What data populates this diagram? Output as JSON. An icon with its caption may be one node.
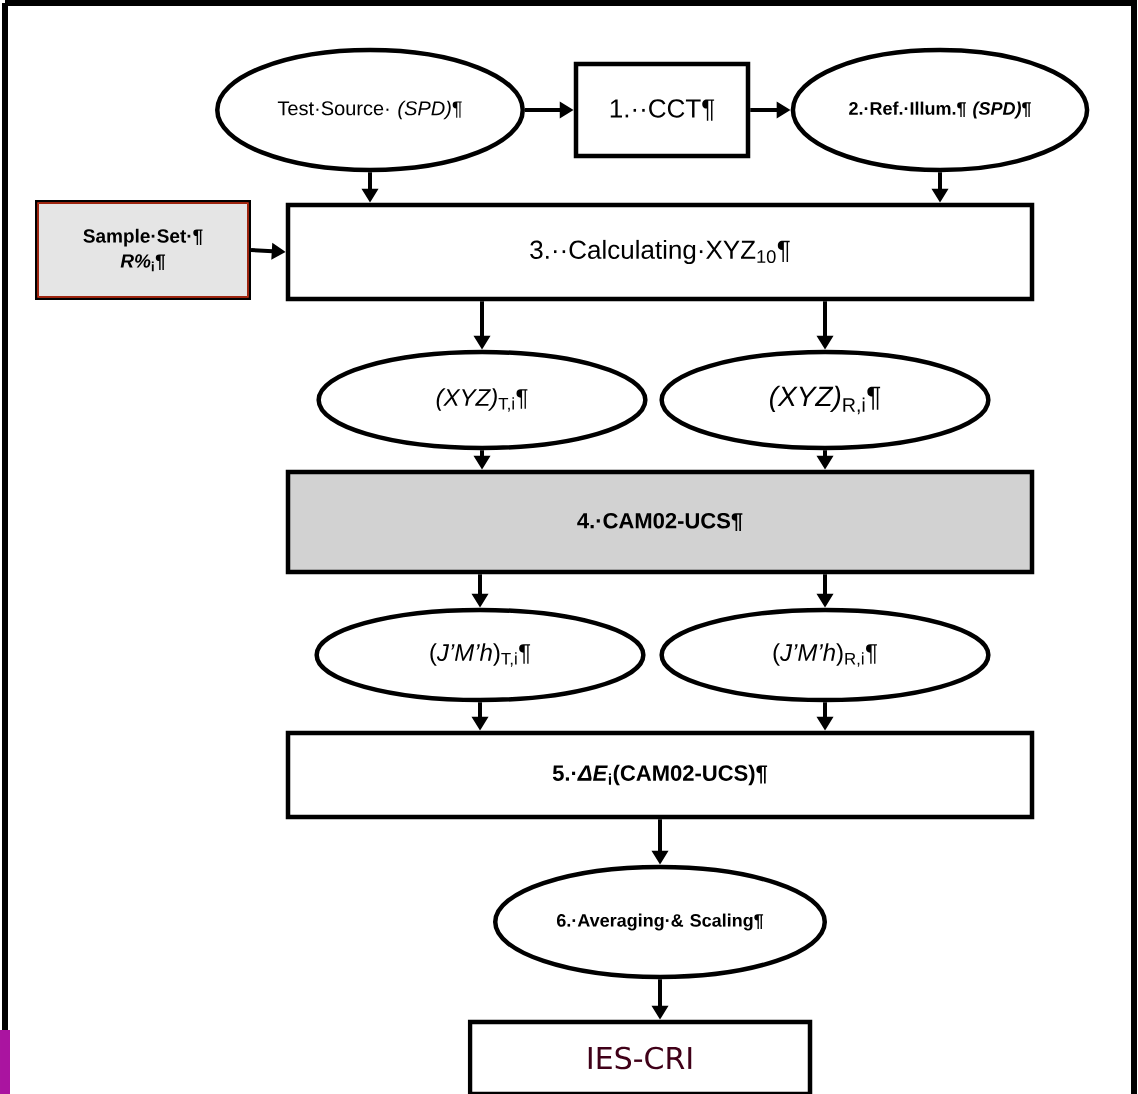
{
  "diagram": {
    "nodes": [
      {
        "text": [
          "Test·Source· *(SPD)*¶"
        ]
      },
      {
        "text": [
          "1.··CCT¶"
        ]
      },
      {
        "text": [
          "2.·Ref.·Illum.¶ *(SPD)*¶"
        ]
      },
      {
        "text": [
          "Sample·Set·¶ *R%*$_{i}$¶"
        ]
      },
      {
        "text": [
          "3.··Calculating·XYZ$_{10}$¶"
        ]
      },
      {
        "text": [
          "*(XYZ)*$_{T,i}$¶"
        ]
      },
      {
        "text": [
          "*(XYZ)*$_{R,i}$¶"
        ]
      },
      {
        "text": [
          "4.·CAM02-UCS¶"
        ]
      },
      {
        "text": [
          "(*J’M’h*)$_{T,i}$¶"
        ]
      },
      {
        "text": [
          "(*J’M’h*)$_{R,i}$¶"
        ]
      },
      {
        "text": [
          "5.·*ΔE*$_{i}$(CAM02-UCS)¶"
        ]
      },
      {
        "text": [
          "6.·Averaging·& Scaling¶"
        ]
      },
      {
        "text": [
          "IES-CRI"
        ]
      }
    ],
    "edges": [
      {
        "from": 0,
        "to": 1,
        "arrow": "to"
      },
      {
        "from": 1,
        "to": 2,
        "arrow": "to"
      },
      {
        "from": 0,
        "to": 4,
        "arrow": "to"
      },
      {
        "from": 2,
        "to": 4,
        "arrow": "to"
      },
      {
        "from": 3,
        "to": 4,
        "arrow": "to"
      },
      {
        "from": 4,
        "to": 5,
        "arrow": "to"
      },
      {
        "from": 4,
        "to": 6,
        "arrow": "to"
      },
      {
        "from": 5,
        "to": 7,
        "arrow": "to"
      },
      {
        "from": 6,
        "to": 7,
        "arrow": "to"
      },
      {
        "from": 7,
        "to": 8,
        "arrow": "to"
      },
      {
        "from": 7,
        "to": 9,
        "arrow": "to"
      },
      {
        "from": 8,
        "to": 10,
        "arrow": "to"
      },
      {
        "from": 9,
        "to": 10,
        "arrow": "to"
      },
      {
        "from": 10,
        "to": 11,
        "arrow": "to"
      },
      {
        "from": 11,
        "to": 12,
        "arrow": "to"
      }
    ]
  }
}
